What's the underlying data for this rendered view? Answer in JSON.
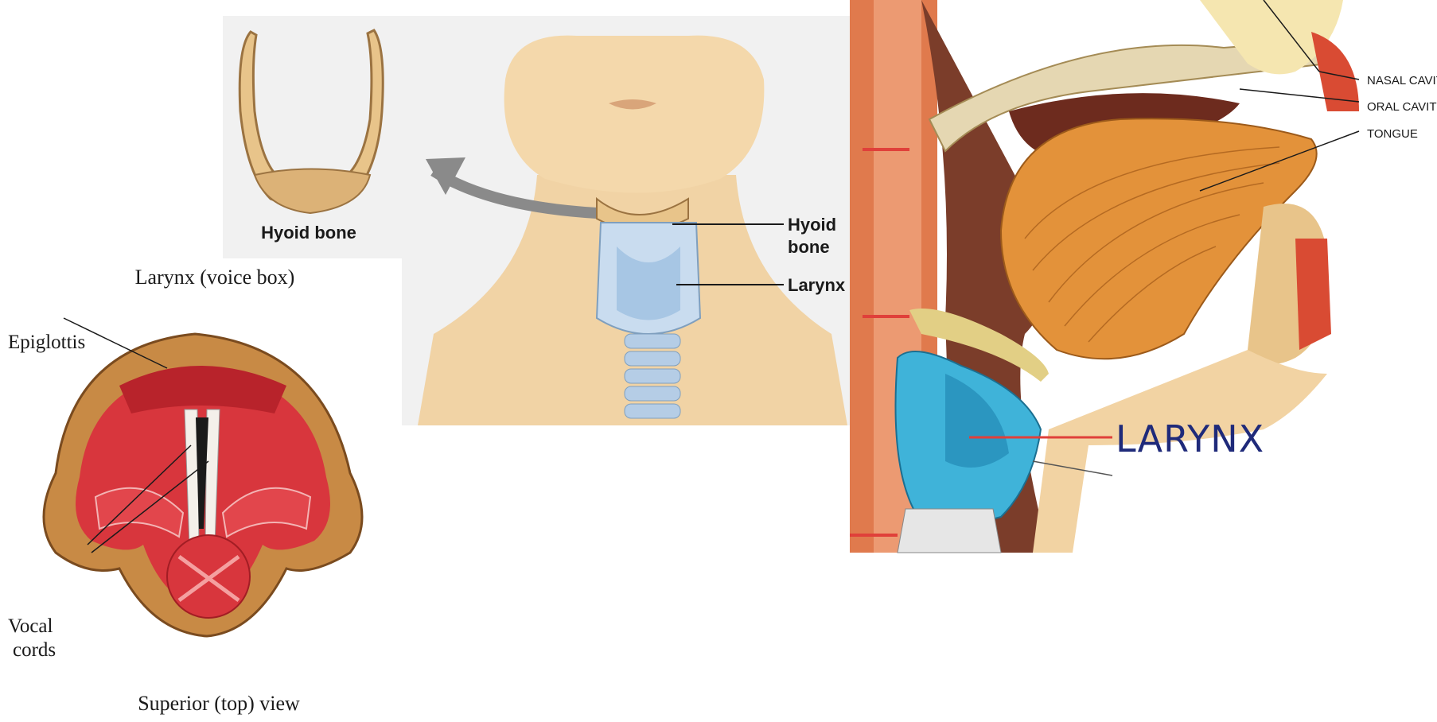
{
  "hyoid_panel": {
    "caption": "Hyoid bone"
  },
  "neck_panel": {
    "labels": {
      "hyoid": [
        "Hyoid",
        "bone"
      ],
      "larynx": "Larynx"
    }
  },
  "larynx_panel": {
    "title": "Larynx (voice box)",
    "labels": {
      "epiglottis": "Epiglottis",
      "vocal_cords": [
        "Vocal",
        "cords"
      ]
    },
    "caption": "Superior (top) view"
  },
  "sagittal_panel": {
    "labels": {
      "nasal_cavity": "NASAL CAVITY",
      "oral_cavity": "ORAL CAVITY",
      "tongue": "TONGUE",
      "larynx": "LARYNX"
    }
  },
  "colors": {
    "bone": "#e8c48a",
    "skin": "#f1d3a5",
    "muscle": "#d8363d",
    "cartilage_blue": "#3fb3d9",
    "tongue": "#e3923a",
    "label_blue": "#1f2a7a",
    "arrow_gray": "#8a8a8a"
  }
}
